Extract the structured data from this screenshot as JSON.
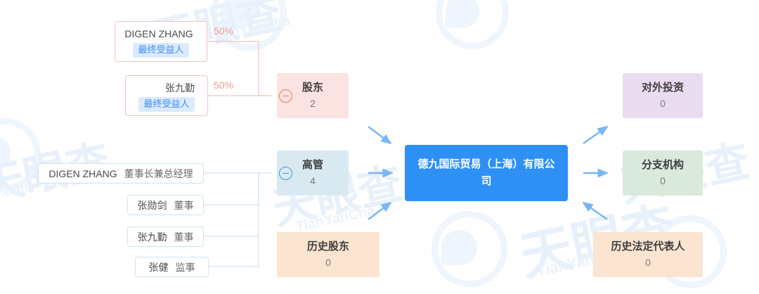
{
  "company": {
    "name": "德九国际贸易（上海）有限公司",
    "color": "#2e90f5"
  },
  "watermark": {
    "brand_cn": "天眼查",
    "brand_en": "TianYanCha",
    "domain": ".com",
    "logo": "tianyancha-ring-logo"
  },
  "shareholders": {
    "category": {
      "title": "股东",
      "count": "2",
      "color": "#fae3e0",
      "toggle_icon": "minus-circle-icon"
    },
    "items": [
      {
        "name": "DIGEN ZHANG",
        "badge": "最终受益人",
        "percent": "50%"
      },
      {
        "name": "张九勤",
        "badge": "最终受益人",
        "percent": "50%"
      }
    ]
  },
  "executives": {
    "category": {
      "title": "高管",
      "count": "4",
      "color": "#d9e9f2",
      "toggle_icon": "minus-circle-icon"
    },
    "items": [
      {
        "name": "DIGEN ZHANG",
        "role": "董事长兼总经理"
      },
      {
        "name": "张勋剑",
        "role": "董事"
      },
      {
        "name": "张九勤",
        "role": "董事"
      },
      {
        "name": "张健",
        "role": "监事"
      }
    ]
  },
  "historical_shareholders": {
    "title": "历史股东",
    "count": "0",
    "color": "#fbe4d0"
  },
  "outbound_investment": {
    "title": "对外投资",
    "count": "0",
    "color": "#eadcf0"
  },
  "branches": {
    "title": "分支机构",
    "count": "0",
    "color": "#d9e9dc"
  },
  "historical_legal_rep": {
    "title": "历史法定代表人",
    "count": "0",
    "color": "#fbe4d0"
  },
  "connectors": {
    "arrow_color": "#78b6f5",
    "shareholder_line_color": "#f3c3bd",
    "executive_line_color": "#cfe4ef"
  }
}
